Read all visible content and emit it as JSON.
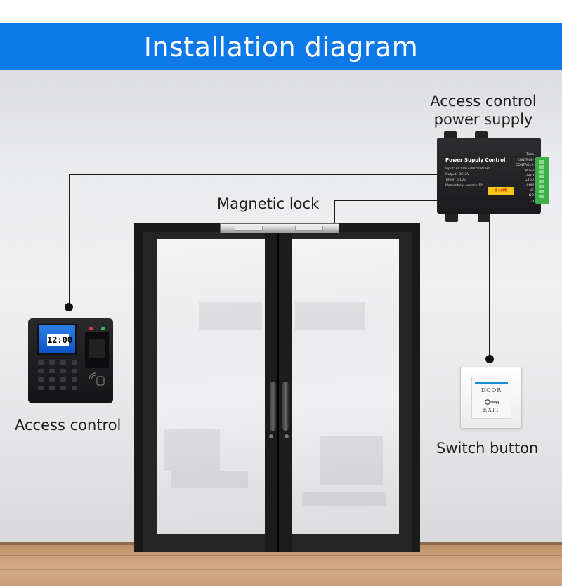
{
  "banner": {
    "title": "Installation diagram"
  },
  "labels": {
    "power_supply_line1": "Access control",
    "power_supply_line2": "power supply",
    "magnetic_lock": "Magnetic lock",
    "access_control": "Access control",
    "switch_button": "Switch button"
  },
  "power_supply": {
    "title": "Power Supply Control",
    "specs": [
      "Input: AC110-220V 50-60Hz",
      "Output: DC12V",
      "Timer: 0-10S",
      "Momentary: current: 5A"
    ],
    "terminals": [
      "Time",
      "CONTROL-",
      "CONTROL+",
      "PUSH",
      "GND",
      "+12V",
      "-COM",
      "+NC",
      "+NO",
      "LED"
    ],
    "warning": "当心触电"
  },
  "access_device": {
    "clock": "12:00"
  },
  "exit_button": {
    "top_text": "DOOR",
    "bottom_text": "EXIT",
    "icon": "key-icon"
  },
  "colors": {
    "banner": "#0d79e8",
    "wire": "#1a1a1a",
    "terminal_block": "#3cae4a"
  }
}
